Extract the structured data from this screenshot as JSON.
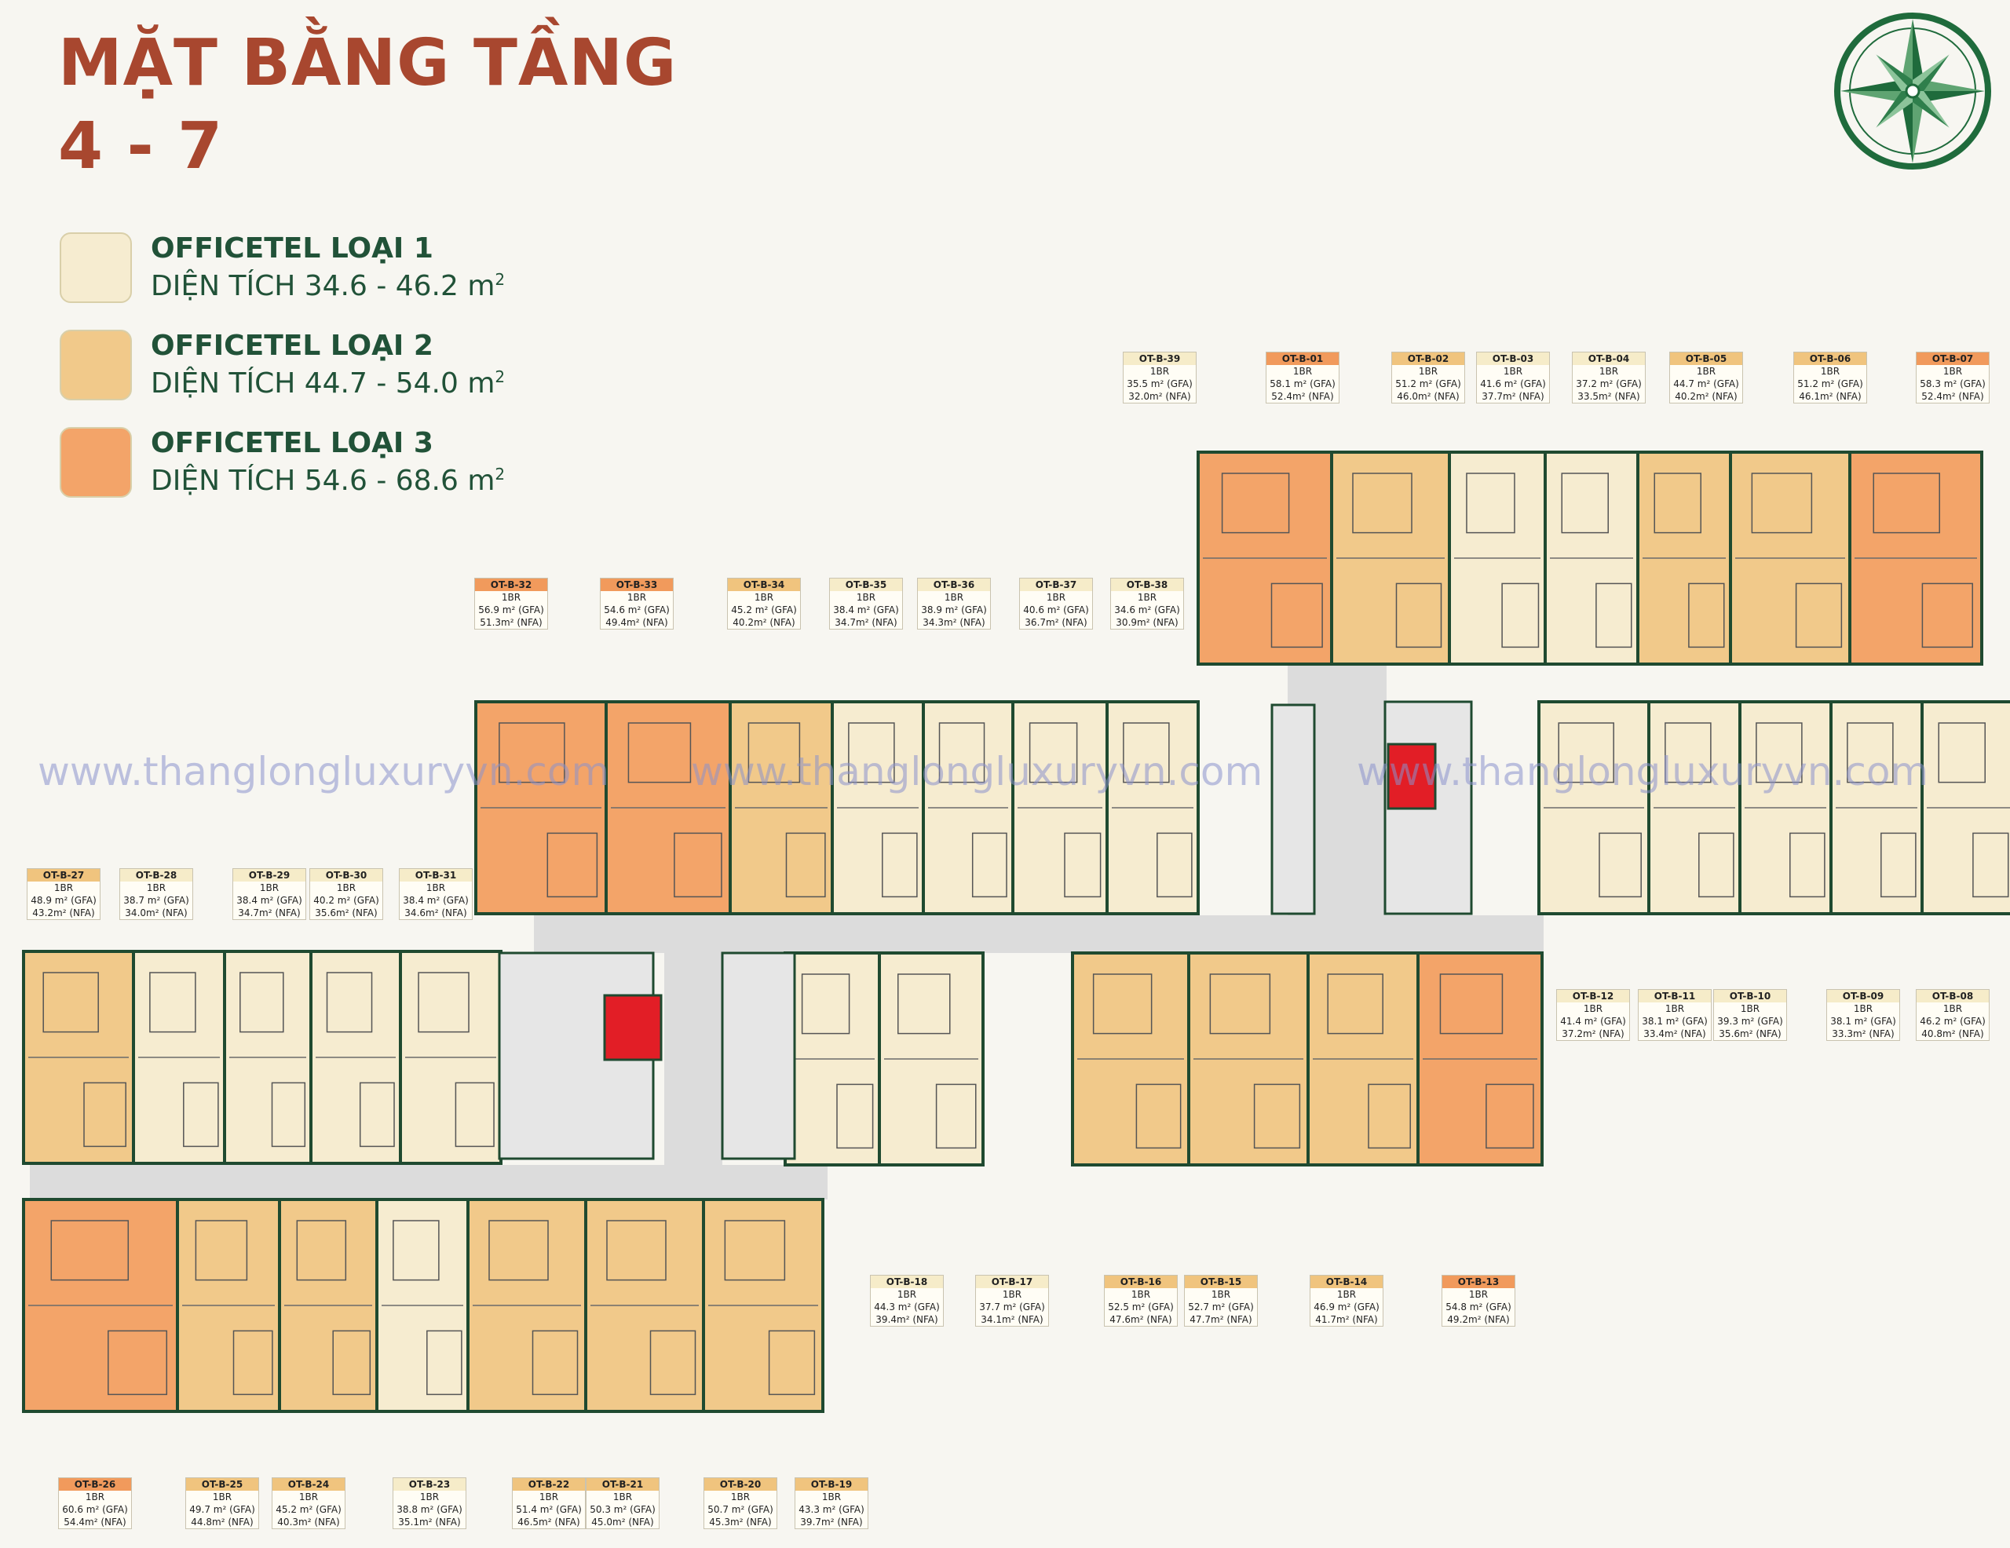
{
  "title": {
    "line1": "MẶT BẰNG TẦNG",
    "line2": "4 - 7"
  },
  "colors": {
    "type1": "#f6ecd0",
    "type2": "#f1c98a",
    "type3": "#f3a469",
    "wall": "#1f4a30",
    "corridor": "#dcdcdc",
    "elevator_core": "#e21e26",
    "title": "#a8472f",
    "legend_text": "#215238"
  },
  "legend": [
    {
      "name": "OFFICETEL LOẠI 1",
      "area": "DIỆN TÍCH 34.6 - 46.2 m",
      "exp": "2"
    },
    {
      "name": "OFFICETEL LOẠI 2",
      "area": "DIỆN TÍCH 44.7 - 54.0 m",
      "exp": "2"
    },
    {
      "name": "OFFICETEL LOẠI 3",
      "area": "DIỆN TÍCH 54.6 - 68.6 m",
      "exp": "2"
    }
  ],
  "watermark": [
    "www.thanglongluxuryvn.com",
    "www.thanglongluxuryvn.com",
    "www.thanglongluxuryvn.com"
  ],
  "compass_icon": "compass-star-icon",
  "units": [
    {
      "code": "OT-B-39",
      "br": "1BR",
      "gfa": "35.5 m² (GFA)",
      "nfa": "32.0m² (NFA)",
      "type": 1
    },
    {
      "code": "OT-B-01",
      "br": "1BR",
      "gfa": "58.1 m² (GFA)",
      "nfa": "52.4m² (NFA)",
      "type": 3
    },
    {
      "code": "OT-B-02",
      "br": "1BR",
      "gfa": "51.2 m² (GFA)",
      "nfa": "46.0m² (NFA)",
      "type": 2
    },
    {
      "code": "OT-B-03",
      "br": "1BR",
      "gfa": "41.6 m² (GFA)",
      "nfa": "37.7m² (NFA)",
      "type": 1
    },
    {
      "code": "OT-B-04",
      "br": "1BR",
      "gfa": "37.2 m² (GFA)",
      "nfa": "33.5m² (NFA)",
      "type": 1
    },
    {
      "code": "OT-B-05",
      "br": "1BR",
      "gfa": "44.7 m² (GFA)",
      "nfa": "40.2m² (NFA)",
      "type": 2
    },
    {
      "code": "OT-B-06",
      "br": "1BR",
      "gfa": "51.2 m² (GFA)",
      "nfa": "46.1m² (NFA)",
      "type": 2
    },
    {
      "code": "OT-B-07",
      "br": "1BR",
      "gfa": "58.3 m² (GFA)",
      "nfa": "52.4m² (NFA)",
      "type": 3
    },
    {
      "code": "OT-B-32",
      "br": "1BR",
      "gfa": "56.9 m² (GFA)",
      "nfa": "51.3m² (NFA)",
      "type": 3
    },
    {
      "code": "OT-B-33",
      "br": "1BR",
      "gfa": "54.6 m² (GFA)",
      "nfa": "49.4m² (NFA)",
      "type": 3
    },
    {
      "code": "OT-B-34",
      "br": "1BR",
      "gfa": "45.2 m² (GFA)",
      "nfa": "40.2m² (NFA)",
      "type": 2
    },
    {
      "code": "OT-B-35",
      "br": "1BR",
      "gfa": "38.4 m² (GFA)",
      "nfa": "34.7m² (NFA)",
      "type": 1
    },
    {
      "code": "OT-B-36",
      "br": "1BR",
      "gfa": "38.9 m² (GFA)",
      "nfa": "34.3m² (NFA)",
      "type": 1
    },
    {
      "code": "OT-B-37",
      "br": "1BR",
      "gfa": "40.6 m² (GFA)",
      "nfa": "36.7m² (NFA)",
      "type": 1
    },
    {
      "code": "OT-B-38",
      "br": "1BR",
      "gfa": "34.6 m² (GFA)",
      "nfa": "30.9m² (NFA)",
      "type": 1
    },
    {
      "code": "OT-B-27",
      "br": "1BR",
      "gfa": "48.9 m² (GFA)",
      "nfa": "43.2m² (NFA)",
      "type": 2
    },
    {
      "code": "OT-B-28",
      "br": "1BR",
      "gfa": "38.7 m² (GFA)",
      "nfa": "34.0m² (NFA)",
      "type": 1
    },
    {
      "code": "OT-B-29",
      "br": "1BR",
      "gfa": "38.4 m² (GFA)",
      "nfa": "34.7m² (NFA)",
      "type": 1
    },
    {
      "code": "OT-B-30",
      "br": "1BR",
      "gfa": "40.2 m² (GFA)",
      "nfa": "35.6m² (NFA)",
      "type": 1
    },
    {
      "code": "OT-B-31",
      "br": "1BR",
      "gfa": "38.4 m² (GFA)",
      "nfa": "34.6m² (NFA)",
      "type": 1
    },
    {
      "code": "OT-B-12",
      "br": "1BR",
      "gfa": "41.4 m² (GFA)",
      "nfa": "37.2m² (NFA)",
      "type": 1
    },
    {
      "code": "OT-B-11",
      "br": "1BR",
      "gfa": "38.1 m² (GFA)",
      "nfa": "33.4m² (NFA)",
      "type": 1
    },
    {
      "code": "OT-B-10",
      "br": "1BR",
      "gfa": "39.3 m² (GFA)",
      "nfa": "35.6m² (NFA)",
      "type": 1
    },
    {
      "code": "OT-B-09",
      "br": "1BR",
      "gfa": "38.1 m² (GFA)",
      "nfa": "33.3m² (NFA)",
      "type": 1
    },
    {
      "code": "OT-B-08",
      "br": "1BR",
      "gfa": "46.2 m² (GFA)",
      "nfa": "40.8m² (NFA)",
      "type": 1
    },
    {
      "code": "OT-B-18",
      "br": "1BR",
      "gfa": "44.3 m² (GFA)",
      "nfa": "39.4m² (NFA)",
      "type": 1
    },
    {
      "code": "OT-B-17",
      "br": "1BR",
      "gfa": "37.7 m² (GFA)",
      "nfa": "34.1m² (NFA)",
      "type": 1
    },
    {
      "code": "OT-B-16",
      "br": "1BR",
      "gfa": "52.5 m² (GFA)",
      "nfa": "47.6m² (NFA)",
      "type": 2
    },
    {
      "code": "OT-B-15",
      "br": "1BR",
      "gfa": "52.7 m² (GFA)",
      "nfa": "47.7m² (NFA)",
      "type": 2
    },
    {
      "code": "OT-B-14",
      "br": "1BR",
      "gfa": "46.9 m² (GFA)",
      "nfa": "41.7m² (NFA)",
      "type": 2
    },
    {
      "code": "OT-B-13",
      "br": "1BR",
      "gfa": "54.8 m² (GFA)",
      "nfa": "49.2m² (NFA)",
      "type": 3
    },
    {
      "code": "OT-B-26",
      "br": "1BR",
      "gfa": "60.6 m² (GFA)",
      "nfa": "54.4m² (NFA)",
      "type": 3
    },
    {
      "code": "OT-B-25",
      "br": "1BR",
      "gfa": "49.7 m² (GFA)",
      "nfa": "44.8m² (NFA)",
      "type": 2
    },
    {
      "code": "OT-B-24",
      "br": "1BR",
      "gfa": "45.2 m² (GFA)",
      "nfa": "40.3m² (NFA)",
      "type": 2
    },
    {
      "code": "OT-B-23",
      "br": "1BR",
      "gfa": "38.8 m² (GFA)",
      "nfa": "35.1m² (NFA)",
      "type": 1
    },
    {
      "code": "OT-B-22",
      "br": "1BR",
      "gfa": "51.4 m² (GFA)",
      "nfa": "46.5m² (NFA)",
      "type": 2
    },
    {
      "code": "OT-B-21",
      "br": "1BR",
      "gfa": "50.3 m² (GFA)",
      "nfa": "45.0m² (NFA)",
      "type": 2
    },
    {
      "code": "OT-B-20",
      "br": "1BR",
      "gfa": "50.7 m² (GFA)",
      "nfa": "45.3m² (NFA)",
      "type": 2
    },
    {
      "code": "OT-B-19",
      "br": "1BR",
      "gfa": "43.3 m² (GFA)",
      "nfa": "39.7m² (NFA)",
      "type": 2
    }
  ]
}
